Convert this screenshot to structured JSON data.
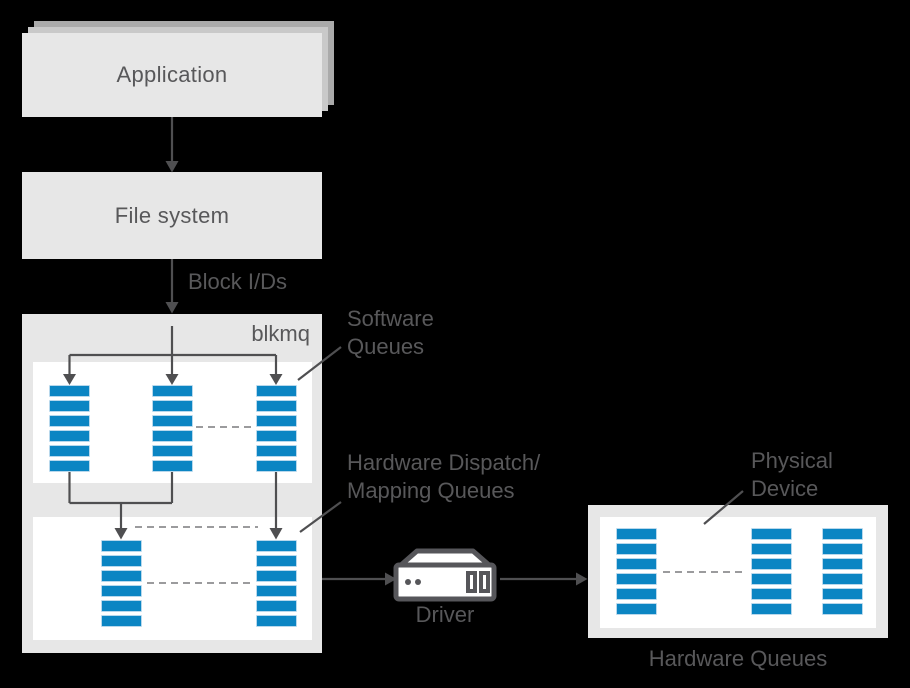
{
  "colors": {
    "background": "#000000",
    "box_fill": "#e7e7e7",
    "panel_fill": "#ffffff",
    "queue_blue": "#0b85c3",
    "line": "#4f4f51",
    "dashed": "#9b9b9d",
    "text": "#58585a",
    "app_shadow_back": "#aaaaaa",
    "app_shadow_mid": "#c9c9c9"
  },
  "nodes": {
    "application": {
      "label": "Application"
    },
    "file_system": {
      "label": "File system"
    },
    "blkmq": {
      "label": "blkmq"
    },
    "driver": {
      "label": "Driver"
    }
  },
  "annotations": {
    "block_ios_label": "Block I/Ds",
    "software_queues_line1": "Software",
    "software_queues_line2": "Queues",
    "hardware_dispatch_line1": "Hardware Dispatch/",
    "hardware_dispatch_line2": "Mapping Queues",
    "physical_device_line1": "Physical",
    "physical_device_line2": "Device",
    "hardware_queues_label": "Hardware Queues"
  },
  "queues": {
    "software": {
      "stacks": 3,
      "segments_per_stack": 6
    },
    "dispatch": {
      "stacks": 2,
      "segments_per_stack": 6
    },
    "hardware": {
      "stacks": 3,
      "segments_per_stack": 6
    }
  }
}
